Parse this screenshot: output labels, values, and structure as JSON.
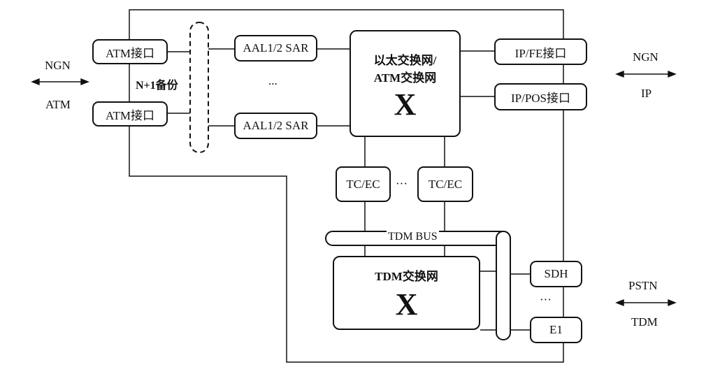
{
  "left": {
    "atm_if_1": "ATM接口",
    "atm_if_2": "ATM接口",
    "backup": "N+1备份",
    "sar_1": "AAL1/2 SAR",
    "sar_2": "AAL1/2 SAR",
    "sar_ellipsis": "...",
    "ext_top": "NGN",
    "ext_bottom": "ATM"
  },
  "core": {
    "switch_line1": "以太交换网/",
    "switch_line2": "ATM交换网",
    "switch_mark": "X",
    "ip_fe": "IP/FE接口",
    "ip_pos": "IP/POS接口"
  },
  "right_top": {
    "ext_top": "NGN",
    "ext_bottom": "IP"
  },
  "codec": {
    "tc_1": "TC/EC",
    "tc_2": "TC/EC",
    "ellipsis": "···"
  },
  "tdm": {
    "bus": "TDM BUS",
    "switch_label": "TDM交换网",
    "switch_mark": "X",
    "sdh": "SDH",
    "e1": "E1",
    "ellipsis": "···"
  },
  "right_bottom": {
    "ext_top": "PSTN",
    "ext_bottom": "TDM"
  }
}
